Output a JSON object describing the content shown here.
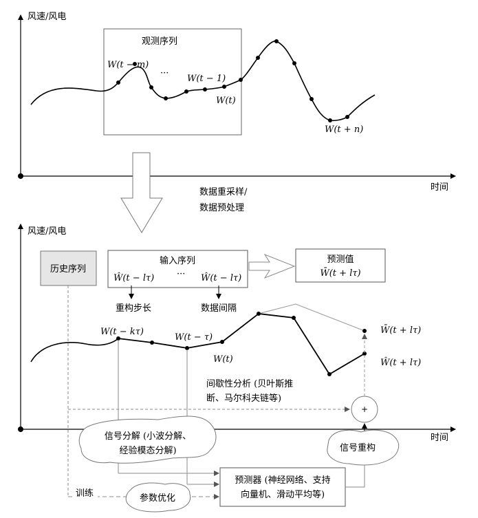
{
  "top": {
    "y_axis_label": "风速/风电",
    "x_axis_label": "时间",
    "observation_box_title": "观测序列",
    "ellipsis": "···",
    "points": {
      "w_t_minus_m": "W(t − m)",
      "w_t_minus_1": "W(t − 1)",
      "w_t": "W(t)",
      "w_t_plus_n": "W(t + n)"
    }
  },
  "transition": {
    "line1": "数据重采样/",
    "line2": "数据预处理"
  },
  "bottom": {
    "y_axis_label": "风速/风电",
    "x_axis_label": "时间",
    "history_box": "历史序列",
    "input_box_title": "输入序列",
    "input_left": "Ŵ(t − lτ)",
    "input_ellipsis": "···",
    "input_right": "Ŵ(t − lτ)",
    "pred_box_title": "预测值",
    "pred_box_value": "W̄(t + lτ)",
    "step_label": "重构步长",
    "interval_label": "数据间隔",
    "points": {
      "w_t_minus_ktau": "W(t − kτ)",
      "w_t_minus_tau": "W(t − τ)",
      "w_t": "W(t)"
    },
    "bar_pred_label": "W̄(t + lτ)",
    "hat_pred_label": "Ŵ(t + lτ)",
    "intermittency_line1": "间歇性分析 (贝叶斯推",
    "intermittency_line2": "断、马尔科夫链等)",
    "plus_symbol": "+",
    "decomp_line1": "信号分解 (小波分解、",
    "decomp_line2": "经验模态分解)",
    "reconstruct_label": "信号重构",
    "predictor_line1": "预测器 (神经网络、支持",
    "predictor_line2": "向量机、滑动平均等)",
    "train_label": "训练",
    "param_opt_label": "参数优化"
  }
}
